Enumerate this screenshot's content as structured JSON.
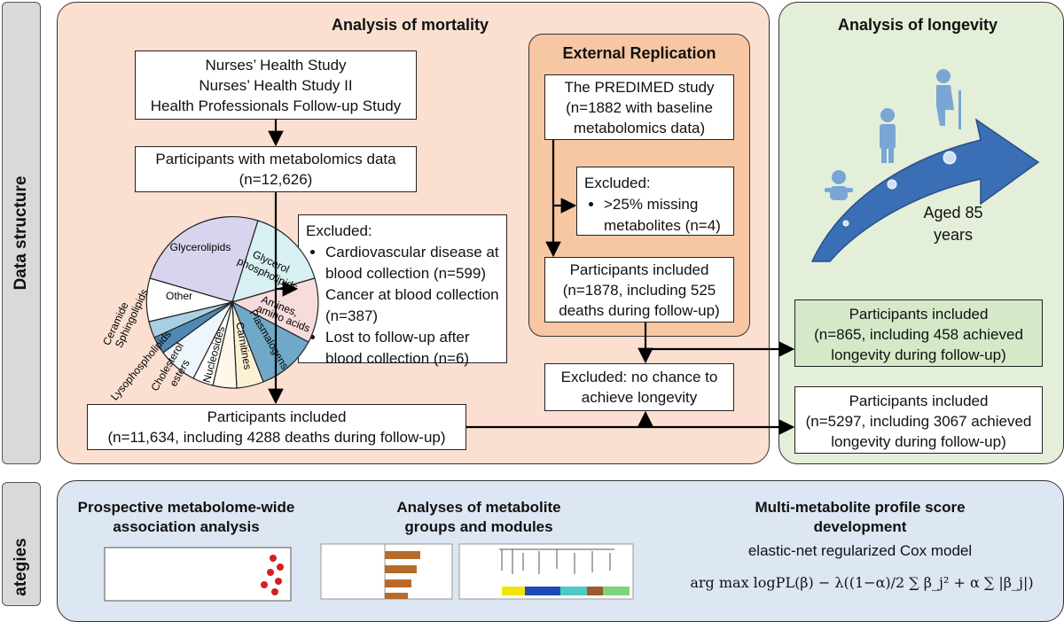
{
  "side_labels": {
    "top": "Data structure",
    "bottom": "ategies"
  },
  "mortality": {
    "title": "Analysis of mortality",
    "cohorts": [
      "Nurses’ Health Study",
      "Nurses’ Health Study II",
      "Health Professionals Follow-up Study"
    ],
    "metabolomics": [
      "Participants with metabolomics data",
      "(n=12,626)"
    ],
    "excluded_title": "Excluded:",
    "excluded_items": [
      "Cardiovascular disease at blood collection (n=599)",
      "Cancer at blood collection (n=387)",
      "Lost to follow-up after blood collection (n=6)"
    ],
    "included": [
      "Participants included",
      "(n=11,634, including 4288 deaths during follow-up)"
    ],
    "pie_labels": [
      "Glycerolipids",
      "Glycerol phospholipids",
      "Amines, amino acids",
      "Plasmalogens",
      "Carnitines",
      "Nucleosides",
      "Cholesterol esters",
      "Lysophospholipids",
      "Ceramide",
      "Sphingolipids",
      "Other"
    ]
  },
  "replication": {
    "title": "External Replication",
    "predimed": [
      "The PREDIMED study",
      "(n=1882 with baseline",
      "metabolomics data)"
    ],
    "excluded_title": "Excluded:",
    "excluded_items": [
      ">25% missing metabolites (n=4)"
    ],
    "included": [
      "Participants included",
      "(n=1878, including 525",
      "deaths during follow-up)"
    ]
  },
  "no_chance": [
    "Excluded: no chance to",
    "achieve longevity"
  ],
  "longevity": {
    "title": "Analysis of longevity",
    "aged": [
      "Aged 85",
      "years"
    ],
    "included_1": [
      "Participants included",
      "(n=865, including 458 achieved",
      "longevity during follow-up)"
    ],
    "included_2": [
      "Participants included",
      "(n=5297, including 3067 achieved",
      "longevity during follow-up)"
    ]
  },
  "strategies": {
    "s1": [
      "Prospective metabolome-wide",
      "association analysis"
    ],
    "s2": [
      "Analyses of metabolite",
      "groups and modules"
    ],
    "s3": [
      "Multi-metabolite profile score",
      "development"
    ],
    "s3_sub": "elastic-net regularized Cox model",
    "formula": "arg max logPL(β) − λ((1−α)/2 ∑ β_j² + α ∑ |β_j|)"
  },
  "colors": {
    "mortality_bg": "#fbe0d2",
    "longevity_bg": "#e3efd9",
    "replication_bg": "#f7c7a4",
    "strategies_bg": "#dde6f3",
    "included_green": "#d5e8c8"
  }
}
